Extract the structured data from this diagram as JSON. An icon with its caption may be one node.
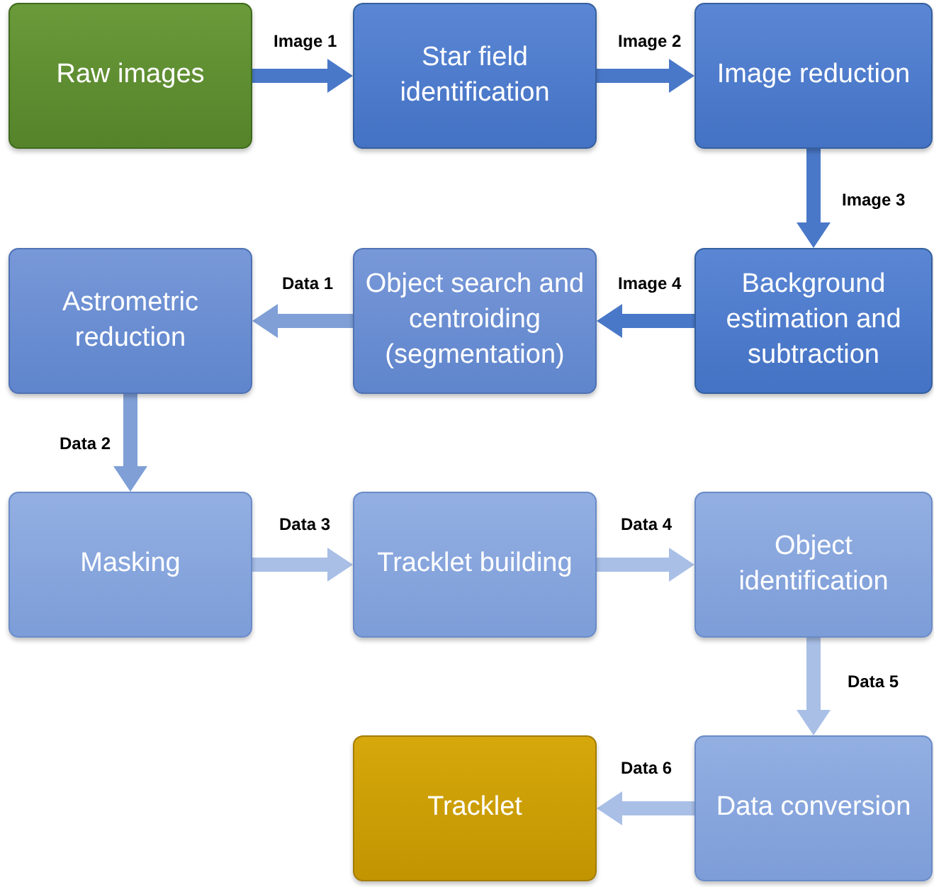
{
  "diagram": {
    "nodes": [
      {
        "text": [
          "Raw images"
        ]
      },
      {
        "text": [
          "Star field identification"
        ]
      },
      {
        "text": [
          "Image reduction"
        ]
      },
      {
        "text": [
          "Astrometric reduction"
        ]
      },
      {
        "text": [
          "Object search and centroiding (segmentation)"
        ]
      },
      {
        "text": [
          "Background estimation and subtraction"
        ]
      },
      {
        "text": [
          "Masking"
        ]
      },
      {
        "text": [
          "Tracklet building"
        ]
      },
      {
        "text": [
          "Object identification"
        ]
      },
      {
        "text": [
          "Tracklet"
        ]
      },
      {
        "text": [
          "Data conversion"
        ]
      }
    ],
    "edges": [
      {
        "from": 0,
        "to": 1,
        "arrow": "to",
        "label": "Image 1",
        "color": "#4a78c8"
      },
      {
        "from": 1,
        "to": 2,
        "arrow": "to",
        "label": "Image 2",
        "color": "#4a78c8"
      },
      {
        "from": 2,
        "to": 5,
        "arrow": "to",
        "label": "Image 3",
        "color": "#4a78c8"
      },
      {
        "from": 5,
        "to": 4,
        "arrow": "to",
        "label": "Image 4",
        "color": "#4a78c8"
      },
      {
        "from": 4,
        "to": 3,
        "arrow": "to",
        "label": "Data 1",
        "color": "#7f9fd6"
      },
      {
        "from": 3,
        "to": 6,
        "arrow": "to",
        "label": "Data 2",
        "color": "#7f9fd6"
      },
      {
        "from": 6,
        "to": 7,
        "arrow": "to",
        "label": "Data 3",
        "color": "#a9bfe6"
      },
      {
        "from": 7,
        "to": 8,
        "arrow": "to",
        "label": "Data 4",
        "color": "#a9bfe6"
      },
      {
        "from": 8,
        "to": 10,
        "arrow": "to",
        "label": "Data 5",
        "color": "#a9bfe6"
      },
      {
        "from": 10,
        "to": 9,
        "arrow": "to",
        "label": "Data 6",
        "color": "#a9bfe6"
      }
    ]
  }
}
